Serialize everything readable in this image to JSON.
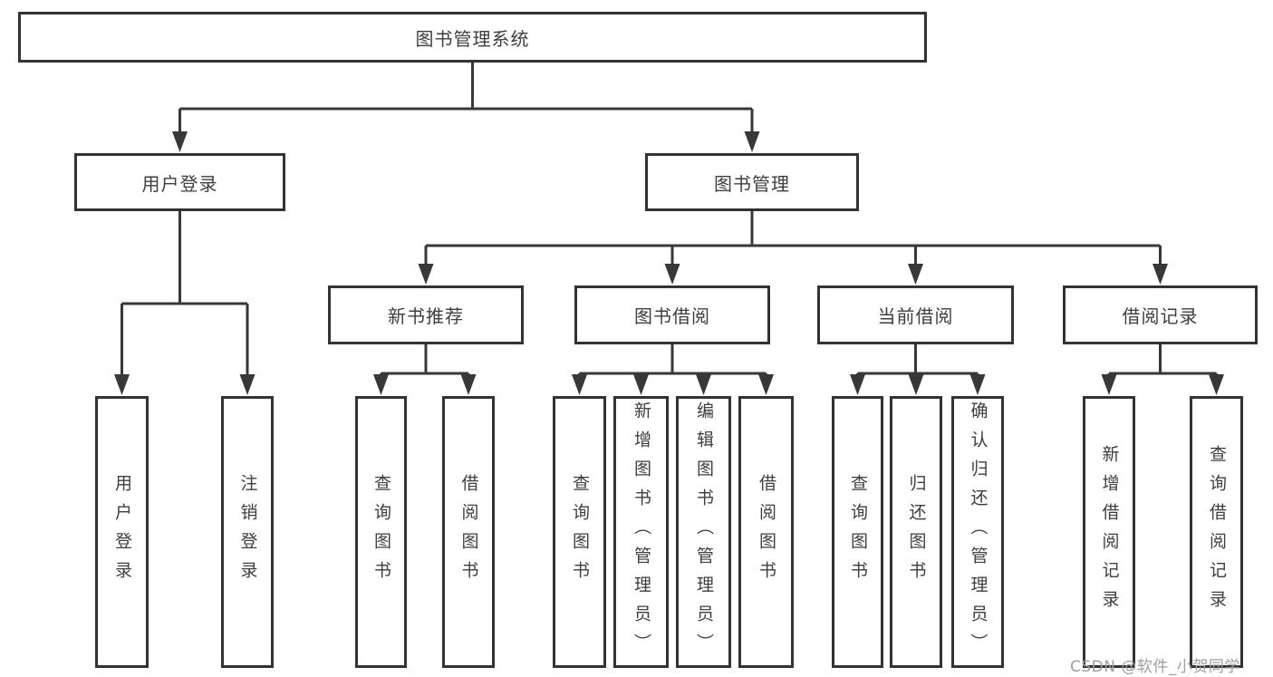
{
  "diagram": {
    "root": {
      "label": "图书管理系统"
    },
    "level2": [
      {
        "label": "用户登录",
        "leaves": [
          {
            "label": "用户登录"
          },
          {
            "label": "注销登录"
          }
        ]
      },
      {
        "label": "图书管理",
        "children": [
          {
            "label": "新书推荐",
            "leaves": [
              {
                "label": "查询图书"
              },
              {
                "label": "借阅图书"
              }
            ]
          },
          {
            "label": "图书借阅",
            "leaves": [
              {
                "label": "查询图书"
              },
              {
                "label": "新增图书（管理员）"
              },
              {
                "label": "编辑图书（管理员）"
              },
              {
                "label": "借阅图书"
              }
            ]
          },
          {
            "label": "当前借阅",
            "leaves": [
              {
                "label": "查询图书"
              },
              {
                "label": "归还图书"
              },
              {
                "label": "确认归还（管理员）"
              }
            ]
          },
          {
            "label": "借阅记录",
            "leaves": [
              {
                "label": "新增借阅记录"
              },
              {
                "label": "查询借阅记录"
              }
            ]
          }
        ]
      }
    ]
  },
  "watermark": {
    "text": "CSDN @软件_小贺同学"
  },
  "colors": {
    "line": "#383838",
    "border": "#333333",
    "text": "#3e3e3e",
    "watermark": "#9e9e9e",
    "background": "#ffffff"
  }
}
